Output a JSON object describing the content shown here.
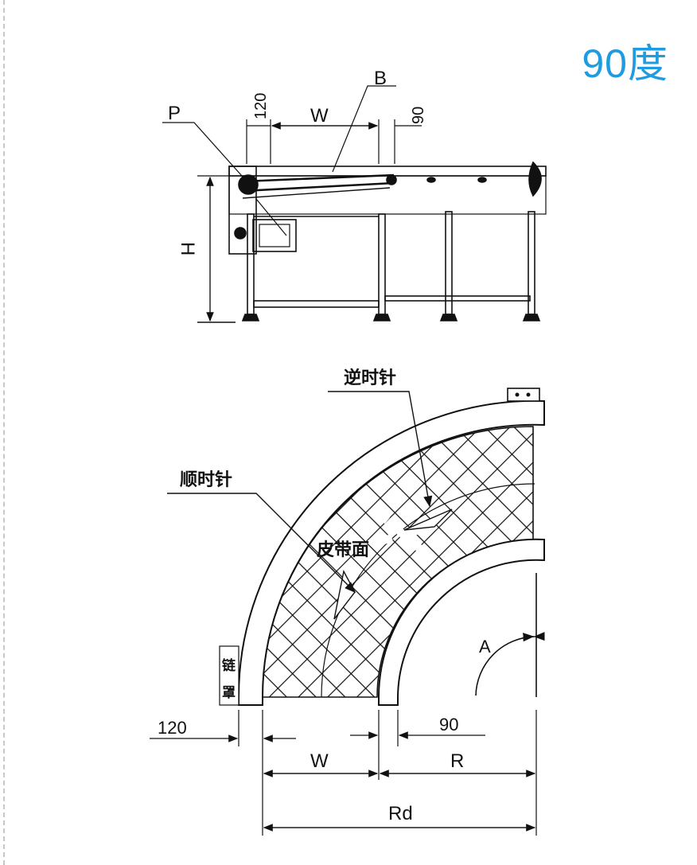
{
  "title": "90度",
  "side_view": {
    "labels": {
      "p": "P",
      "b": "B",
      "dim_120": "120",
      "dim_w": "W",
      "dim_90": "90",
      "dim_h": "H"
    }
  },
  "plan_view": {
    "labels": {
      "counterclockwise": "逆时针",
      "clockwise": "顺时针",
      "belt_surface": "皮带面",
      "chain_guard_1": "链",
      "chain_guard_2": "罩",
      "dim_120": "120",
      "dim_90": "90",
      "dim_w": "W",
      "dim_r": "R",
      "dim_rd": "Rd",
      "angle_a": "A"
    }
  }
}
